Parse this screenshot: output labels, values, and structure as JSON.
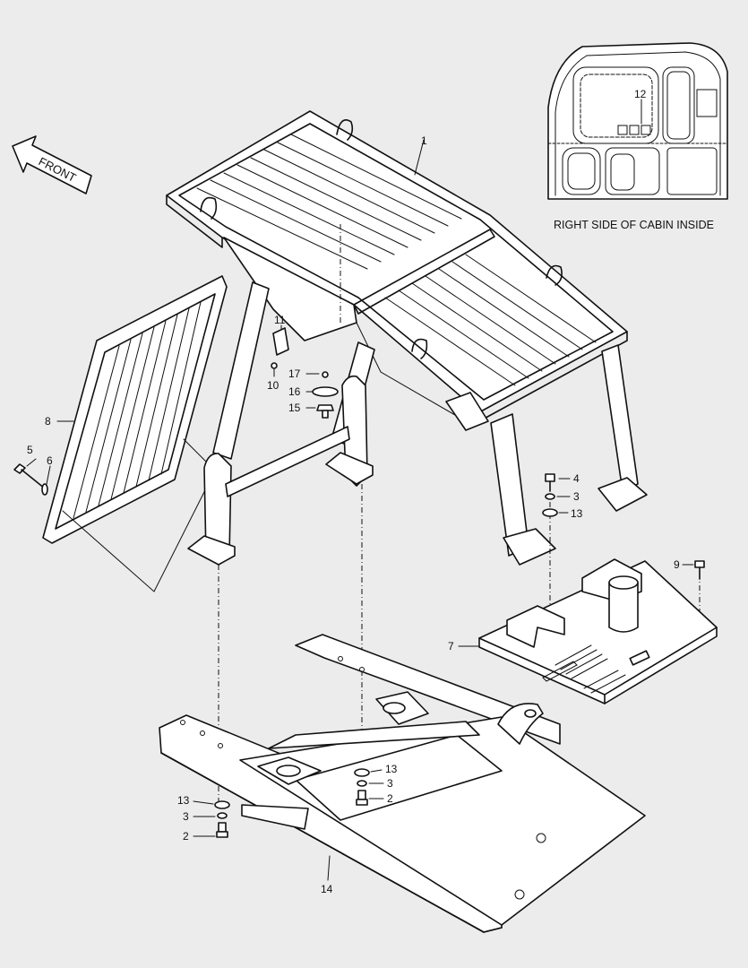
{
  "inset_caption": "RIGHT SIDE OF CABIN INSIDE",
  "front_label": "FRONT",
  "callouts": {
    "c1": "1",
    "c2a": "2",
    "c2b": "2",
    "c3a": "3",
    "c3b": "3",
    "c3c": "3",
    "c4": "4",
    "c5": "5",
    "c6": "6",
    "c7": "7",
    "c8": "8",
    "c9": "9",
    "c10": "10",
    "c11": "11",
    "c12": "12",
    "c13a": "13",
    "c13b": "13",
    "c13c": "13",
    "c14": "14",
    "c15": "15",
    "c16": "16",
    "c17": "17"
  }
}
